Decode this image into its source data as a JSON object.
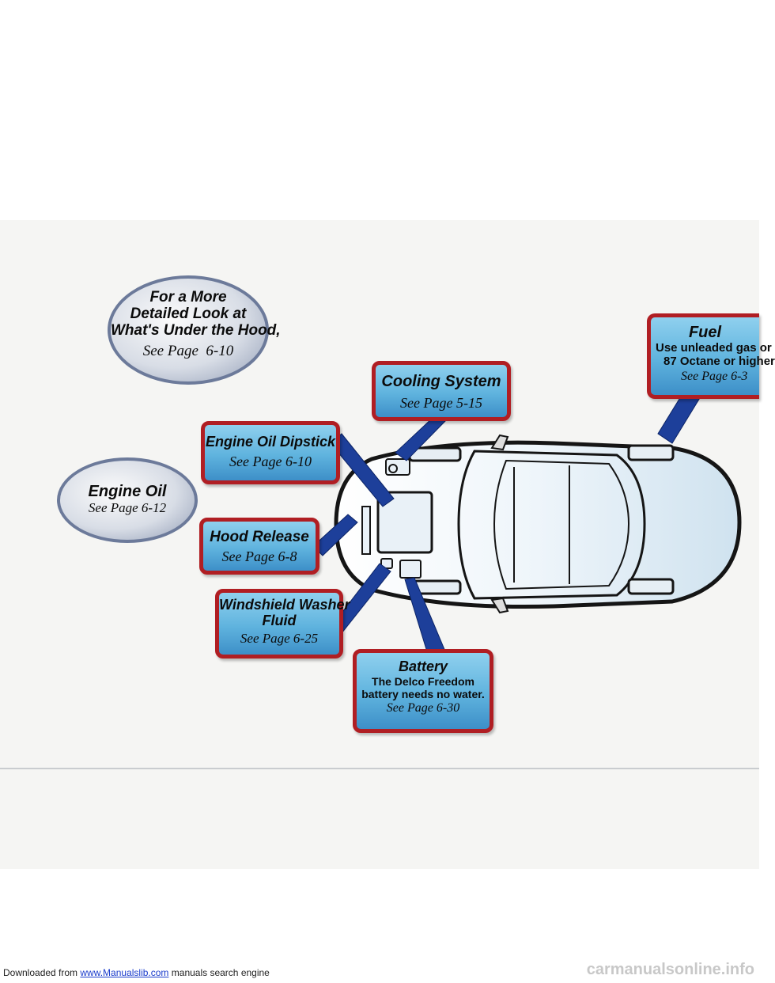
{
  "callouts": {
    "more_detail": {
      "lines": [
        "For a More",
        "Detailed Look at",
        "What's Under the Hood,"
      ],
      "page": "See Page  6-10"
    },
    "engine_oil": {
      "title": "Engine Oil",
      "page": "See Page 6-12"
    },
    "cooling_system": {
      "title": "Cooling System",
      "page": "See Page 5-15"
    },
    "fuel": {
      "title": "Fuel",
      "lines": [
        "Use unleaded gas or",
        "87 Octane or higher"
      ],
      "page": "See Page 6-3"
    },
    "engine_oil_dipstick": {
      "title": "Engine Oil Dipstick",
      "page": "See Page 6-10"
    },
    "hood_release": {
      "title": "Hood Release",
      "page": "See Page 6-8"
    },
    "washer_fluid": {
      "title_line1": "Windshield Washer",
      "title_line2": "Fluid",
      "page": "See Page 6-25"
    },
    "battery": {
      "title": "Battery",
      "lines": [
        "The Delco Freedom",
        "battery needs no water."
      ],
      "page": "See Page 6-30"
    }
  },
  "footer": {
    "prefix": "Downloaded from ",
    "link": "www.Manualslib.com",
    "suffix": " manuals search engine",
    "watermark": "carmanualsonline.info"
  },
  "colors": {
    "box_border": "#b01e23",
    "box_fill": "#5fb3de",
    "arrow": "#1d3f9a",
    "car_outline": "#151515"
  }
}
